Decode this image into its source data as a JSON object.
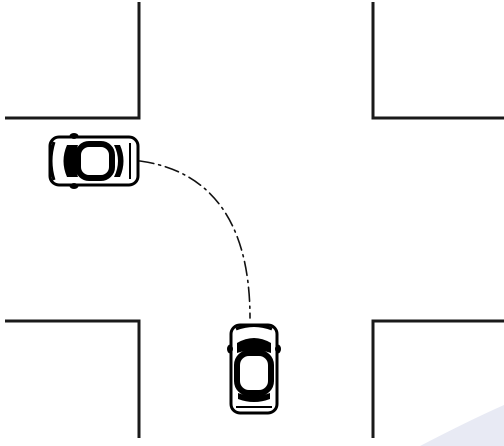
{
  "diagram": {
    "description_label": "",
    "colors": {
      "background": "#ffffff",
      "road_edge": "#1a1a1a",
      "car_body": "#ffffff",
      "car_outline": "#000000",
      "path_line": "#111111",
      "corner_shade": "#e8eaf4"
    },
    "elements": {
      "intersection": "four-way-intersection",
      "car_a": "car-top-view-facing-left",
      "car_b": "car-top-view-facing-up",
      "turn_path": "dash-dot-left-turn-path"
    }
  }
}
